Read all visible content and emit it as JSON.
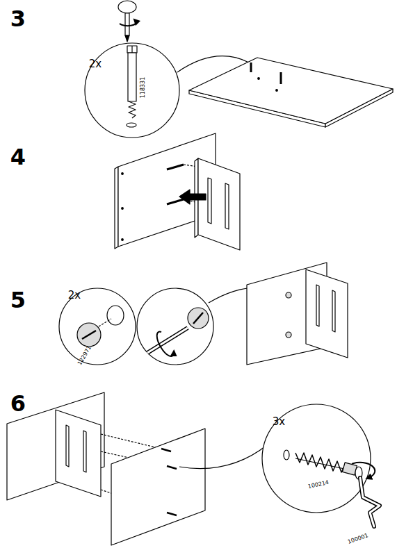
{
  "diagram": {
    "labels": [
      "3",
      "2x",
      "118331",
      "4",
      "5",
      "2x",
      "122971",
      "6",
      "3x",
      "100214",
      "100001"
    ]
  }
}
